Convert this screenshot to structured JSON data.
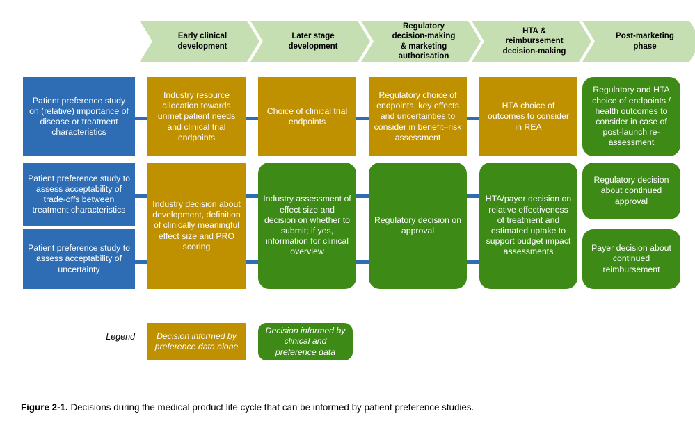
{
  "colors": {
    "chevron_fill": "#C5DFB3",
    "blue": "#2E6DB4",
    "gold": "#BF9000",
    "green": "#3D8A16",
    "connector": "#2E6DB4",
    "text_on_box": "#FFFFFF",
    "caption_text": "#000000"
  },
  "phases": [
    {
      "label_line1": "Early clinical",
      "label_line2": "development"
    },
    {
      "label_line1": "Later stage",
      "label_line2": "development"
    },
    {
      "label_line1": "Regulatory",
      "label_line2": "decision-making",
      "label_line3": "& marketing",
      "label_line4": "authorisation"
    },
    {
      "label_line1": "HTA &",
      "label_line2": "reimbursement",
      "label_line3": "decision-making"
    },
    {
      "label_line1": "Post-marketing",
      "label_line2": "phase"
    }
  ],
  "boxes": {
    "pref_importance": "Patient preference study on (relative) importance of disease or treatment characteristics",
    "pref_tradeoffs": "Patient preference study to assess acceptability of trade-offs between treatment characteristics",
    "pref_uncertainty": "Patient preference study to assess acceptability of uncertainty",
    "industry_resource": "Industry resource allocation towards unmet patient needs and clinical trial endpoints",
    "industry_decision": "Industry decision about development, definition of clinically meaningful effect size and PRO scoring",
    "choice_endpoints": "Choice of clinical trial endpoints",
    "industry_assessment": "Industry assessment of effect size and decision on whether to submit; if yes, information for clinical overview",
    "regulatory_choice": "Regulatory choice of endpoints, key effects and uncertainties to consider in benefit–risk assessment",
    "regulatory_decision_approval": "Regulatory decision on approval",
    "hta_choice": "HTA choice of outcomes to consider in REA",
    "hta_payer_decision": "HTA/payer decision on relative effectiveness of treatment and estimated uptake to support budget impact assessments",
    "regulatory_hta_choice": "Regulatory and HTA choice of endpoints / health outcomes to consider in case of post-launch re-assessment",
    "regulatory_continued": "Regulatory decision about continued approval",
    "payer_continued": "Payer decision about continued reimbursement"
  },
  "legend": {
    "title": "Legend",
    "gold_label": "Decision informed by preference data alone",
    "green_label": "Decision informed by clinical and preference data"
  },
  "caption": {
    "figure_number": "Figure 2-1.",
    "text": " Decisions during the medical product life cycle that can be informed by patient preference studies."
  }
}
